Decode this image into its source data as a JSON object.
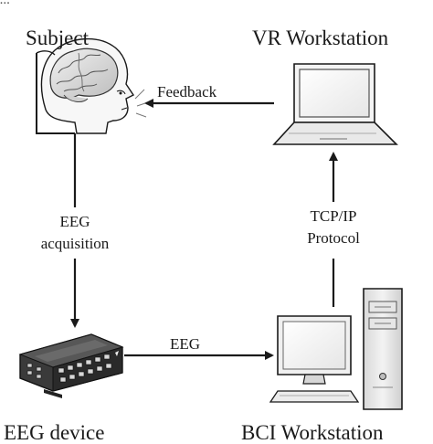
{
  "header_fragment": "...",
  "nodes": {
    "subject": {
      "label": "Subject"
    },
    "vr_workstation": {
      "label": "VR Workstation"
    },
    "eeg_device": {
      "label": "EEG device"
    },
    "bci_workstation": {
      "label": "BCI Workstation"
    }
  },
  "edges": {
    "feedback": {
      "label": "Feedback"
    },
    "eeg_acquisition": {
      "line1": "EEG",
      "line2": "acquisition"
    },
    "eeg": {
      "label": "EEG"
    },
    "tcp_ip": {
      "line1": "TCP/IP",
      "line2": "Protocol"
    }
  },
  "colors": {
    "stroke": "#1a1a1a",
    "device_dark": "#2a2a2a",
    "screen_fill": "#f4f4f4",
    "body_fill": "#e8e8e8"
  },
  "icons": {
    "subject": "brain-head-icon",
    "vr_workstation": "laptop-icon",
    "eeg_device": "amplifier-icon",
    "bci_workstation": "desktop-computer-icon"
  }
}
